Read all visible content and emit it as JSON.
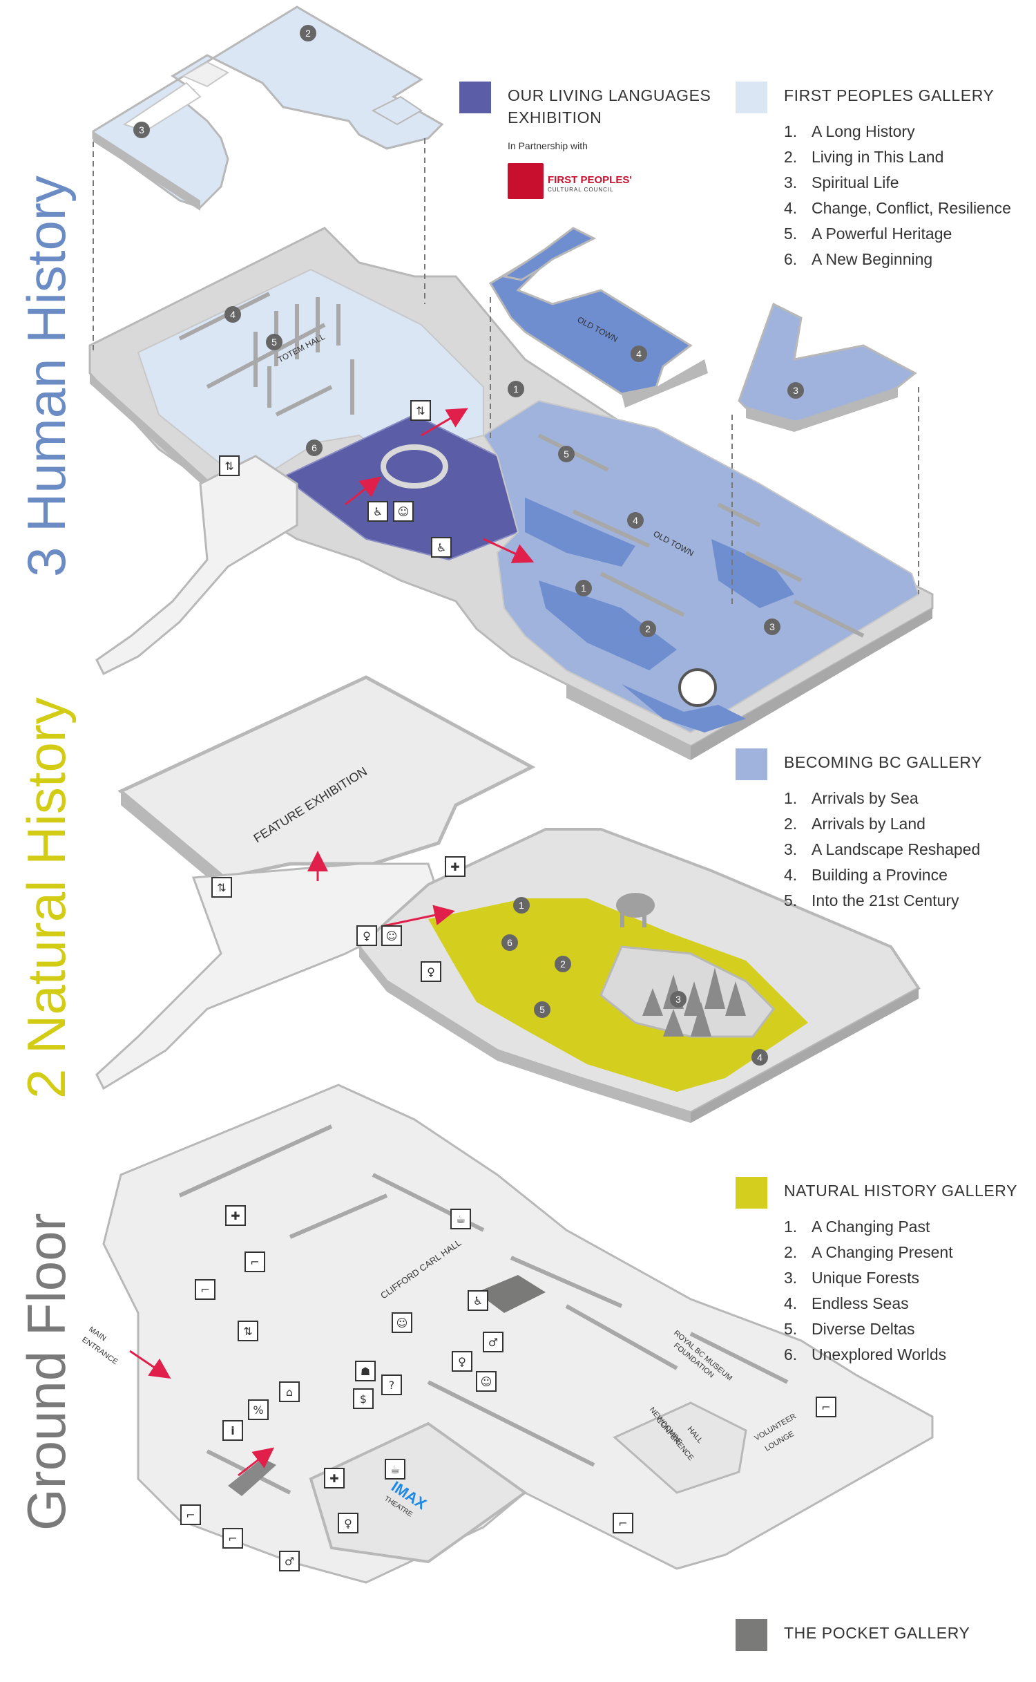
{
  "floors": {
    "human_history": "3 Human History",
    "natural_history": "2 Natural History",
    "ground": "Ground Floor"
  },
  "colors": {
    "human_history_title": "#6a8bc4",
    "natural_history_title": "#d2cc14",
    "ground_title": "#7a7a7a",
    "our_living_languages": "#5b5ea6",
    "first_peoples": "#dbe6f5",
    "becoming_bc": "#9fb3dc",
    "natural_history": "#d4cf1f",
    "pocket_gallery": "#7a7a78",
    "floor_grey": "#d9d9d9",
    "wall_grey": "#b8b8b8",
    "arrow": "#e0204a"
  },
  "legend": {
    "our_living_languages": {
      "title": "OUR LIVING LANGUAGES EXHIBITION",
      "partner_note": "In Partnership with",
      "partner_name": "FIRST PEOPLES'",
      "partner_sub": "CULTURAL COUNCIL"
    },
    "first_peoples": {
      "title": "FIRST PEOPLES GALLERY",
      "items": [
        "A Long History",
        "Living in This Land",
        "Spiritual Life",
        "Change, Conflict, Resilience",
        "A Powerful Heritage",
        "A New Beginning"
      ]
    },
    "becoming_bc": {
      "title": "BECOMING BC GALLERY",
      "items": [
        "Arrivals by Sea",
        "Arrivals by Land",
        "A Landscape Reshaped",
        "Building a Province",
        "Into the 21st Century"
      ]
    },
    "natural_history": {
      "title": "NATURAL HISTORY GALLERY",
      "items": [
        "A Changing Past",
        "A Changing Present",
        "Unique Forests",
        "Endless Seas",
        "Diverse Deltas",
        "Unexplored Worlds"
      ]
    },
    "pocket_gallery": {
      "title": "THE POCKET GALLERY"
    }
  },
  "map_labels": {
    "totem_hall": "TOTEM HALL",
    "old_town_1": "OLD TOWN",
    "old_town_2": "OLD TOWN",
    "feature_exhibition": "FEATURE EXHIBITION",
    "clifford_carl_hall": "CLIFFORD CARL HALL",
    "main_entrance_1": "MAIN",
    "main_entrance_2": "ENTRANCE",
    "rbcm_foundation_1": "ROYAL BC MUSEUM",
    "rbcm_foundation_2": "FOUNDATION",
    "newcombe_1": "NEWCOMBE",
    "newcombe_2": "CONFERENCE",
    "newcombe_3": "HALL",
    "volunteer_1": "VOLUNTEER",
    "volunteer_2": "LOUNGE",
    "imax": "IMAX",
    "imax_sub": "THEATRE"
  },
  "markers": {
    "fp": [
      "1",
      "2",
      "3",
      "4",
      "5",
      "6"
    ],
    "bbc": [
      "1",
      "2",
      "3",
      "4",
      "5"
    ],
    "nh": [
      "1",
      "2",
      "3",
      "4",
      "5",
      "6"
    ],
    "bbc4b": "4",
    "bbc3b": "3"
  },
  "icons": [
    "elevator-icon",
    "gift-icon",
    "coffee-icon",
    "stairs-icon",
    "restroom-icon",
    "wheelchair-icon",
    "baby-change-icon",
    "info-icon",
    "ticket-icon",
    "coat-check-icon"
  ]
}
